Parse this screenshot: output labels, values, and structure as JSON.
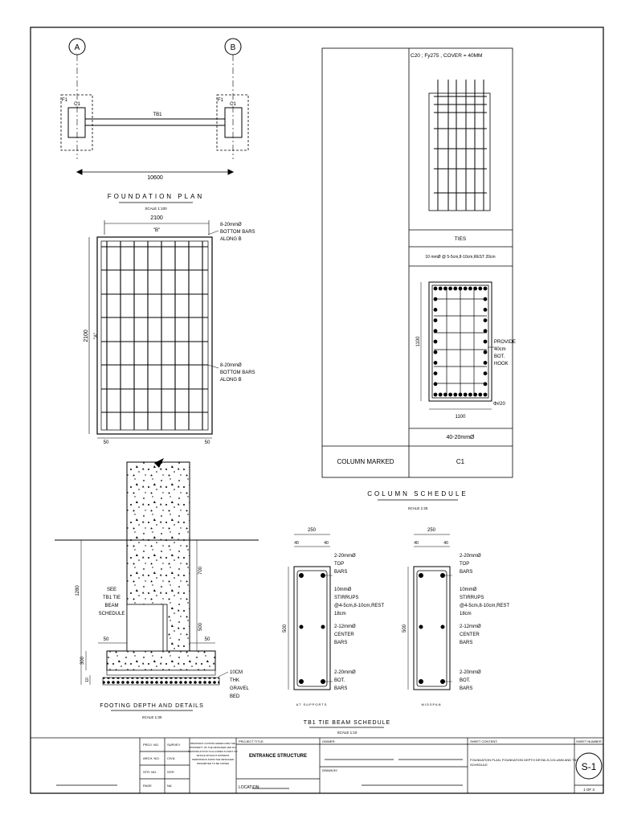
{
  "foundation_plan": {
    "grid_a": "A",
    "grid_b": "B",
    "f1_left": "F1",
    "c1_left": "C1",
    "f1_right": "F1",
    "c1_right": "C1",
    "tie_beam": "TB1",
    "span": "10600",
    "title": "FOUNDATION PLAN",
    "scale": "SCALE 1:100"
  },
  "footing_plan": {
    "width": "2100",
    "width_mark": "\"B\"",
    "height": "2100",
    "height_mark": "\"A\"",
    "bars_top_1": "8-20mmØ",
    "bars_top_2": "BOTTOM BARS",
    "bars_top_3": "ALONG B",
    "bars_mid_1": "8-20mmØ",
    "bars_mid_2": "BOTTOM BARS",
    "bars_mid_3": "ALONG B",
    "edge_left": "50",
    "edge_right": "50"
  },
  "column_schedule": {
    "spec": "C20 ; Fy275 , COVER = 40MM",
    "ties_label": "TIES",
    "ties_spec": "10 mmØ @ 5-5cm,8-10cm,REST 20cm",
    "depth": "1100",
    "width": "1100",
    "hook_1": "PROVIDE",
    "hook_2": "40cm",
    "hook_3": "BOT.",
    "hook_4": "HOOK",
    "bar_dia": "Φ#20",
    "main_bars": "40-20mmØ",
    "marked_label": "COLUMN MARKED",
    "marked_value": "C1",
    "title": "COLUMN SCHEDULE",
    "scale": "SCALE 1:25"
  },
  "footing_section": {
    "depth_total": "1280",
    "see_1": "SEE",
    "see_2": "TB1 TIE",
    "see_3": "BEAM",
    "see_4": "SCHEDULE",
    "col_depth": "700",
    "beam_depth": "500",
    "pad": "300",
    "bed_dim": "10",
    "off_left": "50",
    "off_right": "50",
    "gravel_1": "10CM",
    "gravel_2": "THK",
    "gravel_3": "GRAVEL",
    "gravel_4": "BED",
    "title": "FOOTING DEPTH AND DETAILS",
    "scale": "SCALE 1:30"
  },
  "tie_beam": {
    "left": {
      "width": "250",
      "c1": "40",
      "c2": "40",
      "depth": "500",
      "top_1": "2-20mmØ",
      "top_2": "TOP",
      "top_3": "BARS",
      "st_1": "10mmØ",
      "st_2": "STIRRUPS",
      "st_3": "@4-5cm,8-10cm,REST",
      "st_4": "18cm",
      "cen_1": "2-12mmØ",
      "cen_2": "CENTER",
      "cen_3": "BARS",
      "bot_1": "2-20mmØ",
      "bot_2": "BOT.",
      "bot_3": "BARS",
      "cap": "AT SUPPORTS"
    },
    "right": {
      "width": "250",
      "c1": "40",
      "c2": "40",
      "depth": "500",
      "top_1": "2-20mmØ",
      "top_2": "TOP",
      "top_3": "BARS",
      "st_1": "10mmØ",
      "st_2": "STIRRUPS",
      "st_3": "@4-5cm,8-10cm,REST",
      "st_4": "18cm",
      "cen_1": "2-12mmØ",
      "cen_2": "CENTER",
      "cen_3": "BARS",
      "bot_1": "2-20mmØ",
      "bot_2": "BOT.",
      "bot_3": "BARS",
      "cap": "MIDSPAN"
    },
    "title": "TB1 TIE BEAM SCHEDULE",
    "scale": "SCALE 1:10"
  },
  "title_block": {
    "r1_label": "PROJ. NO.",
    "r1_value": "SURVEY",
    "r2_label": "ARCH. NO.",
    "r2_value": "CIVIL",
    "r3_label": "STR. NO.",
    "r3_value": "SITE",
    "r4_label": "PAGE",
    "r4_value": "NA",
    "note_1": "DRAWINGS CONTAIN HEREIN ARE THE",
    "note_2": "PROPERTY OF THE DESIGNER AND NO",
    "note_3": "REPRODUCTION IS ALLOWED IN PART OR",
    "note_4": "WHOLE WITHOUT EXPRESS",
    "note_5": "PERMISSION FROM THE DESIGNER",
    "note_6": "PROHIBITED TO BE COPIED",
    "project_title_label": "PROJECT TITLE:",
    "project_title": "ENTRANCE STRUCTURE",
    "location_label": "LOCATION:",
    "owner_label": "OWNER:",
    "drawn_label": "DRAWN BY:",
    "content_label": "SHEET CONTENT:",
    "content_1": "FOUNDATION PLAN, FOUNDATION DEPTH DETAILS,COLUMN AND TB1",
    "content_2": "SCHEDULE",
    "sheet_label": "SHEET NUMBER",
    "sheet_no": "S-1",
    "page_of": "1 OF 3"
  }
}
